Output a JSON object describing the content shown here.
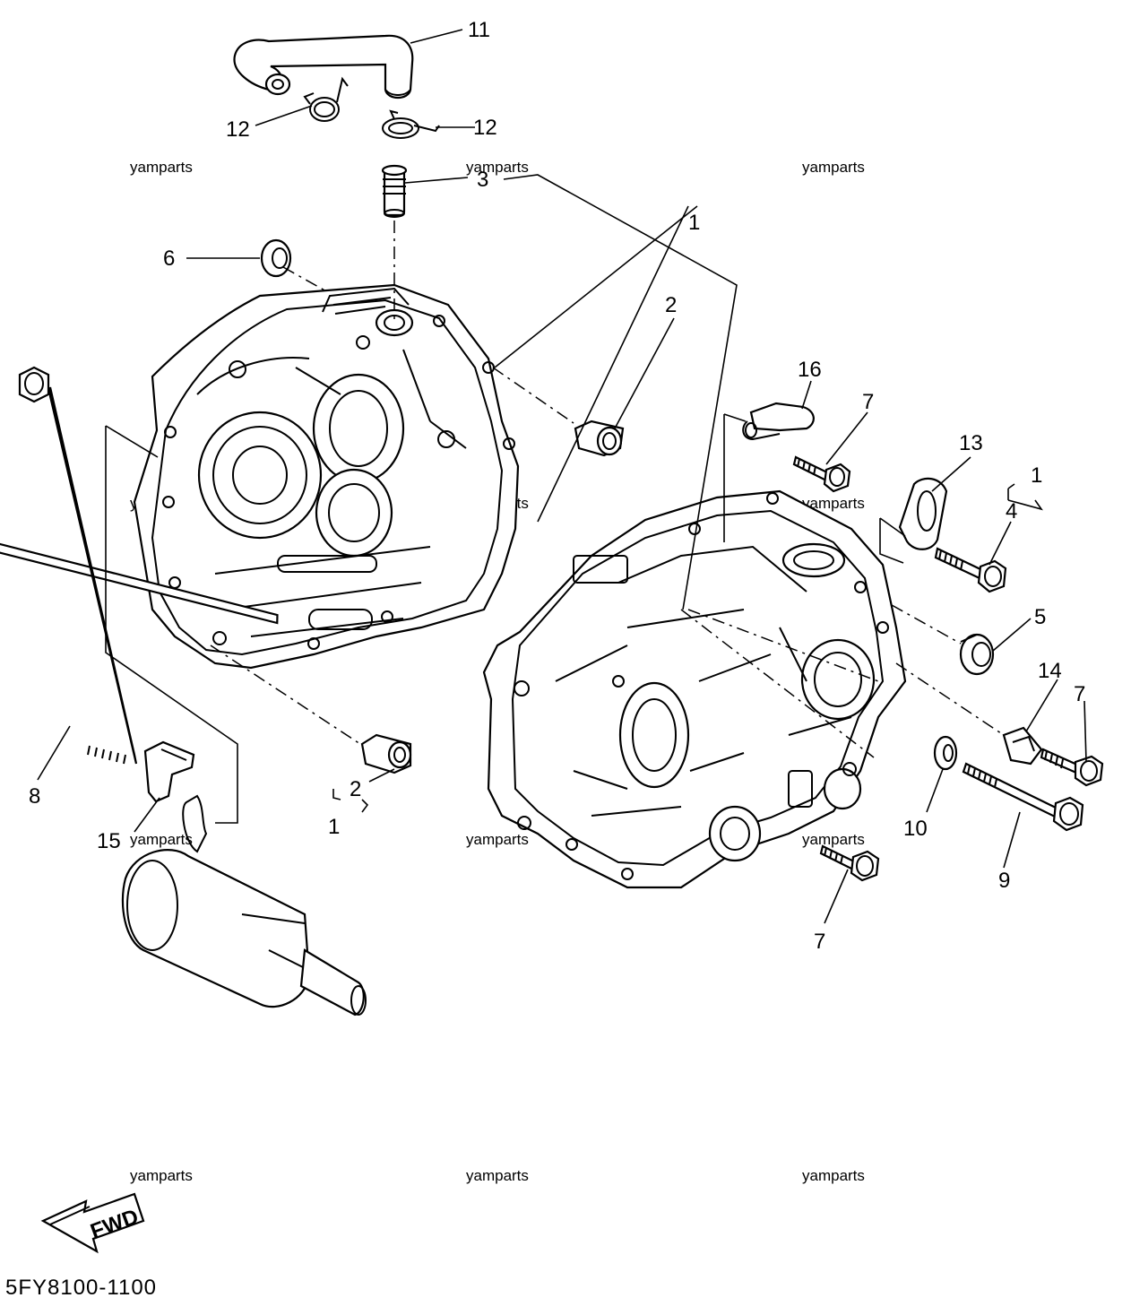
{
  "diagram": {
    "code": "5FY8100-1100",
    "fwd_label": "FWD",
    "watermark": "yamparts",
    "callouts": {
      "c11": "11",
      "c12a": "12",
      "c12b": "12",
      "c3": "3",
      "c6": "6",
      "c1a": "1",
      "c2a": "2",
      "c16": "16",
      "c7a": "7",
      "c13": "13",
      "c1b": "1",
      "c4": "4",
      "c5": "5",
      "c14": "14",
      "c7b": "7",
      "c8": "8",
      "c15": "15",
      "c2b": "2",
      "c1c": "1",
      "c10": "10",
      "c9": "9",
      "c7c": "7"
    }
  }
}
